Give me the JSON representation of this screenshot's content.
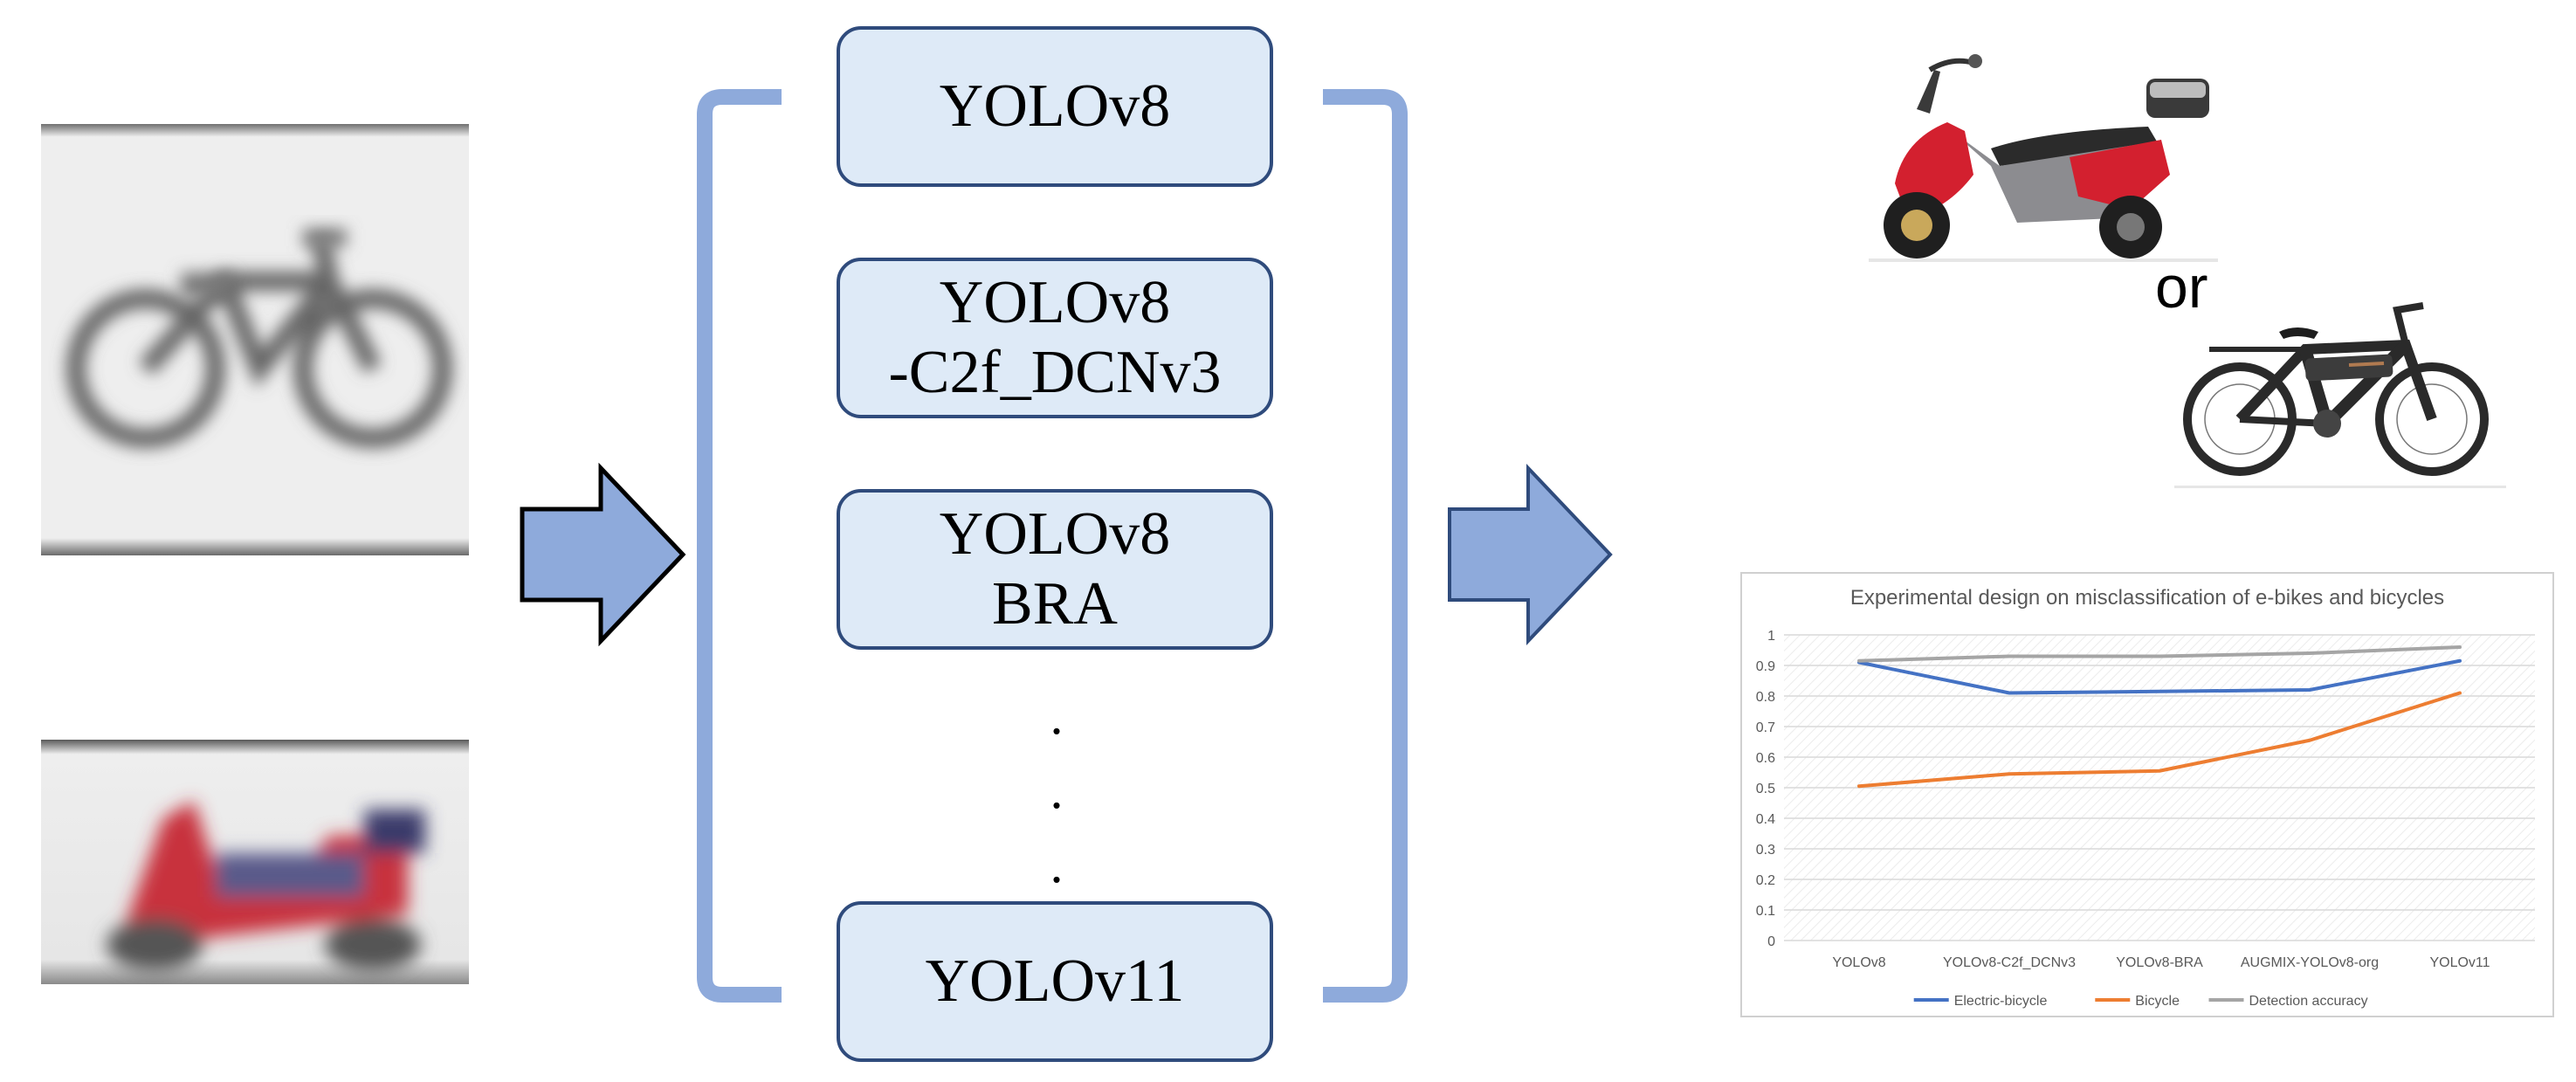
{
  "models": [
    {
      "line1": "YOLOv8",
      "line2": ""
    },
    {
      "line1": "YOLOv8",
      "line2": "-C2f_DCNv3"
    },
    {
      "line1": "YOLOv8",
      "line2": "BRA"
    },
    {
      "line1": "YOLOv11",
      "line2": ""
    }
  ],
  "ellipsis": [
    ".",
    ".",
    "."
  ],
  "or_text": "or",
  "colors": {
    "bracket": "#8eaadb",
    "arrow_fill": "#8eaadb",
    "arrow_stroke_left": "#000000",
    "arrow_stroke_right": "#2f4b7c",
    "box_fill": "#deeaf7",
    "box_border": "#2f4b7c",
    "scooter": "#d3202f",
    "series_electric": "#4472c4",
    "series_bicycle": "#ed7d31",
    "series_accuracy": "#a5a5a5"
  },
  "icons": [
    "blurred-ebike-image",
    "blurred-scooter-image",
    "right-arrow",
    "red-scooter-image",
    "ebike-image"
  ],
  "chart_data": {
    "type": "line",
    "title": "Experimental design on misclassification of e-bikes and bicycles",
    "categories": [
      "YOLOv8",
      "YOLOv8-C2f_DCNv3",
      "YOLOv8-BRA",
      "AUGMIX-YOLOv8-org",
      "YOLOv11"
    ],
    "series": [
      {
        "name": "Electric-bicycle",
        "color": "#4472c4",
        "values": [
          0.91,
          0.81,
          0.815,
          0.82,
          0.915
        ]
      },
      {
        "name": "Bicycle",
        "color": "#ed7d31",
        "values": [
          0.505,
          0.545,
          0.555,
          0.655,
          0.81
        ]
      },
      {
        "name": "Detection accuracy",
        "color": "#a5a5a5",
        "values": [
          0.915,
          0.93,
          0.93,
          0.94,
          0.96
        ]
      }
    ],
    "yticks": [
      "0",
      "0.1",
      "0.2",
      "0.3",
      "0.4",
      "0.5",
      "0.6",
      "0.7",
      "0.8",
      "0.9",
      "1"
    ],
    "ylim": [
      0,
      1
    ],
    "grid": true,
    "legend": "bottom",
    "xlabel": "",
    "ylabel": ""
  }
}
